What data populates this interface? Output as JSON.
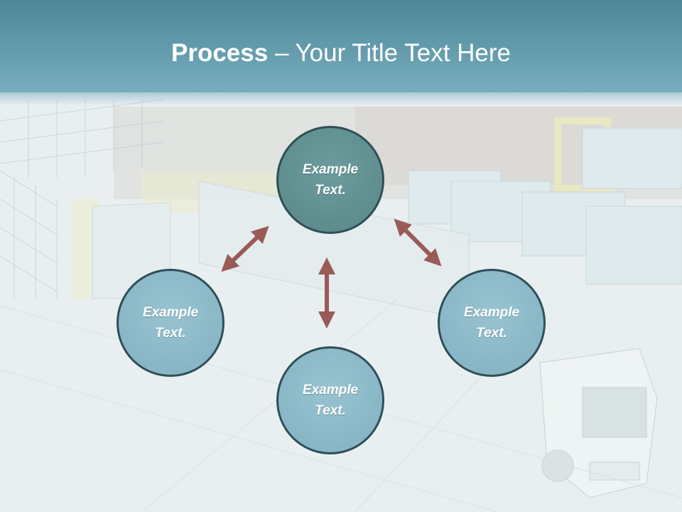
{
  "title": {
    "bold": "Process",
    "rest": " – Your Title Text Here"
  },
  "colors": {
    "title_bar": "#5f98aa",
    "circle_top": "#5f8e8f",
    "circle_other": "#8ab8c8",
    "circle_border": "#2f4f57",
    "arrow": "#9a5a57"
  },
  "nodes": [
    {
      "id": "top",
      "label": "Example\nText."
    },
    {
      "id": "left",
      "label": "Example\nText."
    },
    {
      "id": "right",
      "label": "Example\nText."
    },
    {
      "id": "bottom",
      "label": "Example\nText."
    }
  ],
  "background": {
    "description_icon": "warehouse-trucks-photo"
  }
}
